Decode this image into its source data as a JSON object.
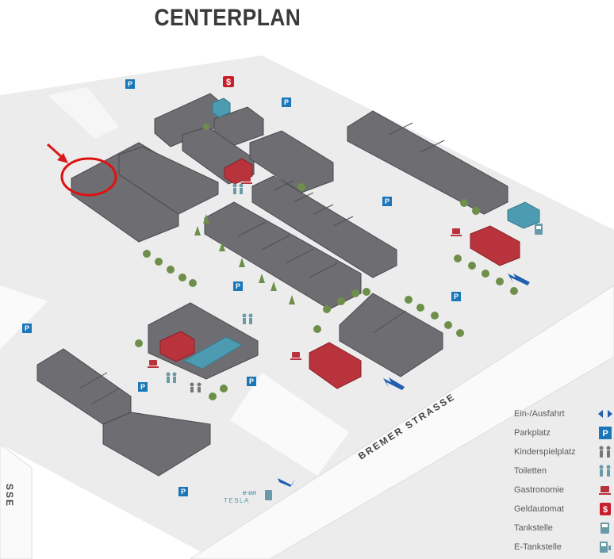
{
  "title": "CENTERPLAN",
  "street_labels": {
    "bremer": "BREMER STRASSE",
    "left_partial": "SSE"
  },
  "charger_brand": {
    "eon": "e·on",
    "tesla": "TESLA"
  },
  "map_symbols": {
    "parking": "P"
  },
  "legend": [
    {
      "icon": "entry-exit-arrows-icon",
      "label": "Ein-/Ausfahrt"
    },
    {
      "icon": "parking-icon",
      "label": "Parkplatz"
    },
    {
      "icon": "playground-icon",
      "label": "Kinderspielplatz"
    },
    {
      "icon": "toilets-icon",
      "label": "Toiletten"
    },
    {
      "icon": "coffee-cup-icon",
      "label": "Gastronomie"
    },
    {
      "icon": "atm-icon",
      "label": "Geldautomat"
    },
    {
      "icon": "fuel-pump-icon",
      "label": "Tankstelle"
    },
    {
      "icon": "ev-charger-icon",
      "label": "E-Tankstelle"
    }
  ],
  "colors": {
    "ground": "#ececec",
    "road": "#fafafa",
    "building_top": "#6e6e72",
    "building_side": "#58585c",
    "gastronomy": "#b8333c",
    "service": "#4d9bb0",
    "legend_icon": "#6a9aa8",
    "parking": "#1b77b8",
    "arrow": "#1f5fb0",
    "marker": "#e01010",
    "tree": "#6d8f4a"
  },
  "annotation": {
    "circle_color": "#e01010",
    "arrow_color": "#d81818"
  }
}
